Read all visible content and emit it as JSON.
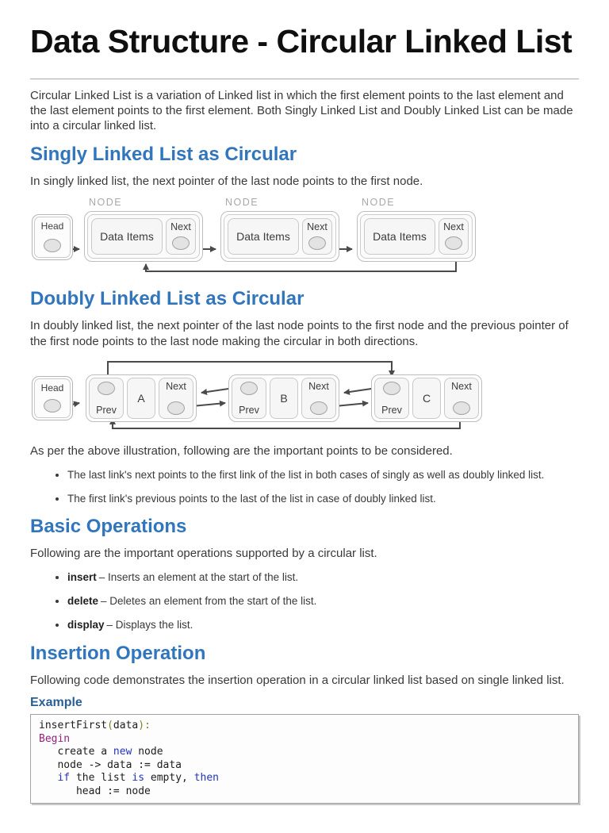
{
  "page": {
    "title": "Data Structure - Circular Linked List"
  },
  "intro": "Circular Linked List is a variation of Linked list in which the first element points to the last element and the last element points to the first element. Both Singly Linked List and Doubly Linked List can be made into a circular linked list.",
  "singly": {
    "heading": "Singly Linked List as Circular",
    "body": "In singly linked list, the next pointer of the last node points to the first node.",
    "diagram": {
      "caption": "NODE",
      "head_label": "Head",
      "nodes": [
        {
          "data_label": "Data Items",
          "next_label": "Next"
        },
        {
          "data_label": "Data Items",
          "next_label": "Next"
        },
        {
          "data_label": "Data Items",
          "next_label": "Next"
        }
      ]
    }
  },
  "doubly": {
    "heading": "Doubly Linked List as Circular",
    "body": "In doubly linked list, the next pointer of the last node points to the first node and the previous pointer of the first node points to the last node making the circular in both directions.",
    "diagram": {
      "head_label": "Head",
      "nodes": [
        {
          "prev_label": "Prev",
          "value": "A",
          "next_label": "Next"
        },
        {
          "prev_label": "Prev",
          "value": "B",
          "next_label": "Next"
        },
        {
          "prev_label": "Prev",
          "value": "C",
          "next_label": "Next"
        }
      ]
    }
  },
  "illustration_note": "As per the above illustration, following are the important points to be considered.",
  "points": [
    "The last link's next points to the first link of the list in both cases of singly as well as doubly linked list.",
    "The first link's previous points to the last of the list in case of doubly linked list."
  ],
  "basic_operations": {
    "heading": "Basic Operations",
    "body": "Following are the important operations supported by a circular list.",
    "items": [
      {
        "term": "insert",
        "desc": "– Inserts an element at the start of the list."
      },
      {
        "term": "delete",
        "desc": "– Deletes an element from the start of the list."
      },
      {
        "term": "display",
        "desc": "– Displays the list."
      }
    ]
  },
  "insertion": {
    "heading": "Insertion Operation",
    "body": "Following code demonstrates the insertion operation in a circular linked list based on single linked list.",
    "example_label": "Example"
  },
  "code": {
    "l1": {
      "fn": "insertFirst",
      "p1": "(",
      "arg": "data",
      "p2": ")",
      "colon": ":"
    },
    "l2": {
      "kw": "Begin"
    },
    "l3": {
      "a": "   create a ",
      "kw": "new",
      "b": " node"
    },
    "l4": {
      "a": "   node -> data := data"
    },
    "l5": {
      "a": "   ",
      "kw1": "if",
      "b": " the list ",
      "kw2": "is",
      "c": " empty, ",
      "kw3": "then"
    },
    "l6": {
      "a": "      head := node"
    }
  },
  "colors": {
    "heading_blue": "#3176bd",
    "example_blue": "#2b5f94",
    "keyword_blue": "#2233bb",
    "declaration_purple": "#93217e",
    "punct_olive": "#7f7e23"
  }
}
